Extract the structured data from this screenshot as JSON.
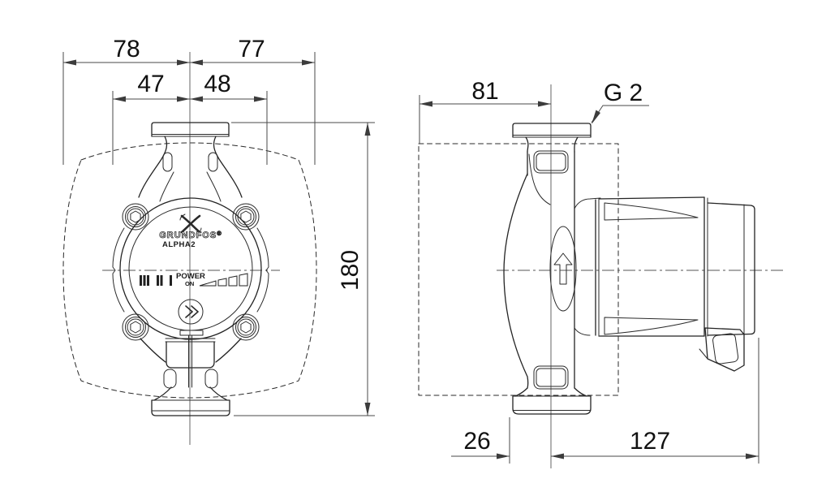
{
  "meta": {
    "description": "Dimensional line drawing of a Grundfos ALPHA2 circulator pump, front and side views",
    "background_color": "#ffffff",
    "line_color": "#232323"
  },
  "front_view": {
    "dim_width_left": "78",
    "dim_width_right": "77",
    "dim_port_left": "47",
    "dim_port_right": "48",
    "dim_height": "180",
    "brand": "GRUNDFOS",
    "registered": "®",
    "model": "ALPHA2",
    "power_label": "POWER",
    "on_label": "ON"
  },
  "side_view": {
    "dim_depth_left": "81",
    "thread_label": "G 2",
    "dim_foot": "26",
    "dim_depth_right": "127"
  }
}
